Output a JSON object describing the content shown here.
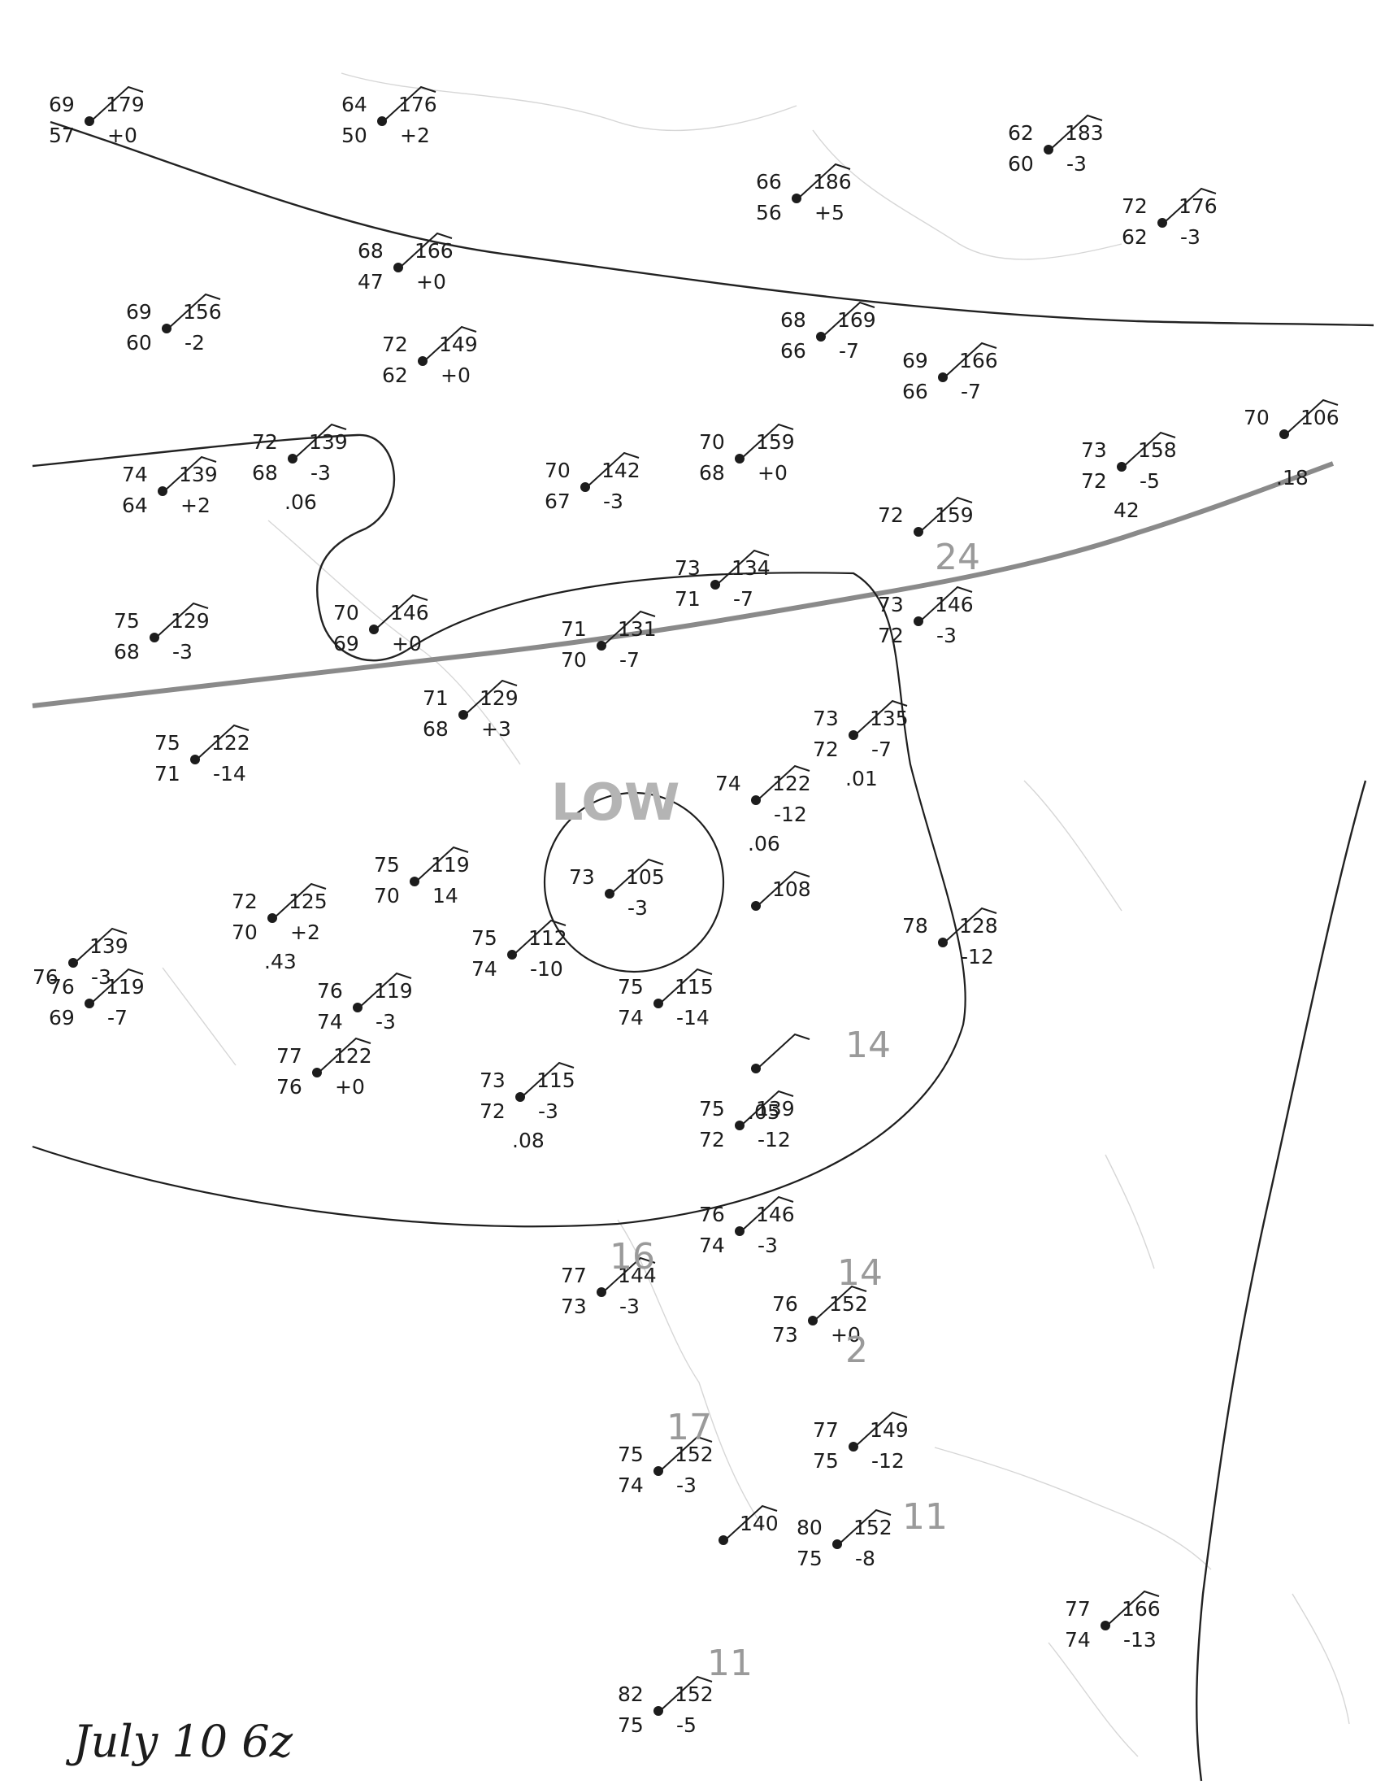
{
  "caption": "July 10 6z",
  "low_label": "LOW",
  "stations": [
    {
      "t": "69",
      "p": "179",
      "d": "57",
      "tend": "+0"
    },
    {
      "t": "64",
      "p": "176",
      "d": "50",
      "tend": "+2"
    },
    {
      "t": "68",
      "p": "166",
      "d": "47",
      "tend": "+0"
    },
    {
      "t": "66",
      "p": "186",
      "d": "56",
      "tend": "+5"
    },
    {
      "t": "62",
      "p": "183",
      "d": "60",
      "tend": "-3"
    },
    {
      "t": "72",
      "p": "176",
      "d": "62",
      "tend": "-3"
    },
    {
      "t": "69",
      "p": "156",
      "d": "60",
      "tend": "-2"
    },
    {
      "t": "72",
      "p": "149",
      "d": "62",
      "tend": "+0"
    },
    {
      "t": "68",
      "p": "169",
      "d": "66",
      "tend": "-7"
    },
    {
      "t": "69",
      "p": "166",
      "d": "66",
      "tend": "-7"
    },
    {
      "t": "72",
      "p": "139",
      "d": "68",
      "tend": "-3",
      "wx": ".06"
    },
    {
      "t": "74",
      "p": "139",
      "d": "64",
      "tend": "+2"
    },
    {
      "t": "70",
      "p": "142",
      "d": "67",
      "tend": "-3"
    },
    {
      "t": "70",
      "p": "159",
      "d": "68",
      "tend": "+0"
    },
    {
      "t": "73",
      "p": "158",
      "d": "72",
      "tend": "-5",
      "wx": "42"
    },
    {
      "t": "70",
      "p": "106",
      "d": "",
      "tend": "",
      "wx": ".18"
    },
    {
      "t": "72",
      "p": "159",
      "d": "",
      "tend": ""
    },
    {
      "t": "73",
      "p": "134",
      "d": "71",
      "tend": "-7"
    },
    {
      "t": "75",
      "p": "129",
      "d": "68",
      "tend": "-3"
    },
    {
      "t": "70",
      "p": "146",
      "d": "69",
      "tend": "+0"
    },
    {
      "t": "71",
      "p": "131",
      "d": "70",
      "tend": "-7"
    },
    {
      "t": "73",
      "p": "146",
      "d": "72",
      "tend": "-3"
    },
    {
      "t": "71",
      "p": "129",
      "d": "68",
      "tend": "+3"
    },
    {
      "t": "73",
      "p": "135",
      "d": "72",
      "tend": "-7",
      "wx": ".01"
    },
    {
      "t": "75",
      "p": "122",
      "d": "71",
      "tend": "-14"
    },
    {
      "t": "74",
      "p": "122",
      "d": "",
      "tend": "-12",
      "wx": ".06"
    },
    {
      "t": "73",
      "p": "105",
      "d": "",
      "tend": "-3"
    },
    {
      "t": "",
      "p": "108",
      "d": "",
      "tend": ""
    },
    {
      "t": "75",
      "p": "119",
      "d": "70",
      "tend": "14"
    },
    {
      "t": "72",
      "p": "125",
      "d": "70",
      "tend": "+2",
      "wx": ".43"
    },
    {
      "t": "75",
      "p": "112",
      "d": "74",
      "tend": "-10"
    },
    {
      "t": "78",
      "p": "128",
      "d": "",
      "tend": "-12"
    },
    {
      "t": "",
      "p": "139",
      "d": "76",
      "tend": "-3"
    },
    {
      "t": "76",
      "p": "119",
      "d": "69",
      "tend": "-7"
    },
    {
      "t": "76",
      "p": "119",
      "d": "74",
      "tend": "-3"
    },
    {
      "t": "75",
      "p": "115",
      "d": "74",
      "tend": "-14"
    },
    {
      "t": "",
      "p": "",
      "d": "",
      "tend": "",
      "wx": ".05"
    },
    {
      "t": "77",
      "p": "122",
      "d": "76",
      "tend": "+0"
    },
    {
      "t": "73",
      "p": "115",
      "d": "72",
      "tend": "-3",
      "wx": ".08"
    },
    {
      "t": "75",
      "p": "139",
      "d": "72",
      "tend": "-12"
    },
    {
      "t": "76",
      "p": "146",
      "d": "74",
      "tend": "-3"
    },
    {
      "t": "77",
      "p": "144",
      "d": "73",
      "tend": "-3"
    },
    {
      "t": "76",
      "p": "152",
      "d": "73",
      "tend": "+0"
    },
    {
      "t": "75",
      "p": "152",
      "d": "74",
      "tend": "-3"
    },
    {
      "t": "77",
      "p": "149",
      "d": "75",
      "tend": "-12"
    },
    {
      "t": "",
      "p": "140",
      "d": "",
      "tend": ""
    },
    {
      "t": "80",
      "p": "152",
      "d": "75",
      "tend": "-8"
    },
    {
      "t": "77",
      "p": "166",
      "d": "74",
      "tend": "-13"
    },
    {
      "t": "82",
      "p": "152",
      "d": "75",
      "tend": "-5"
    }
  ],
  "faint_labels": [
    "24",
    "14",
    "16",
    "14",
    "17",
    "11",
    "11",
    "2"
  ]
}
